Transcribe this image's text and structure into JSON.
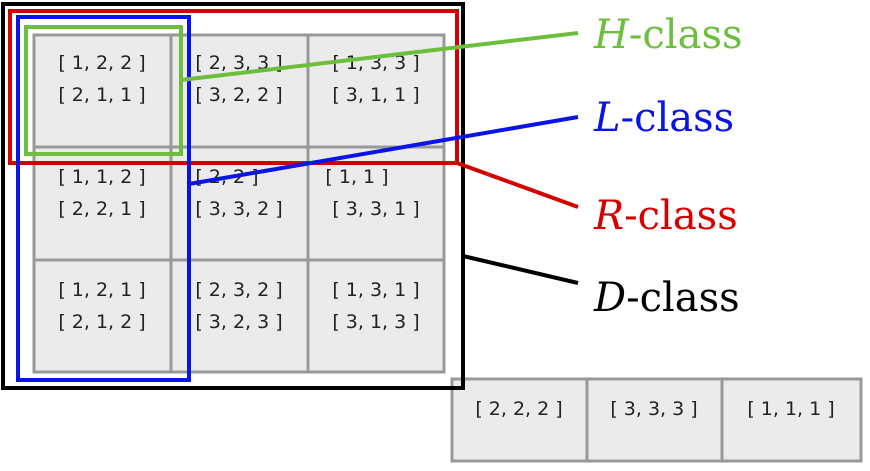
{
  "grid": {
    "rows": [
      [
        {
          "top": "[ 1, 2, 2 ]",
          "bottom": "[ 2, 1, 1 ]"
        },
        {
          "top": "[ 2, 3, 3 ]",
          "bottom": "[ 3, 2, 2 ]"
        },
        {
          "top": "[ 1, 3, 3 ]",
          "bottom": "[ 3, 1, 1 ]"
        }
      ],
      [
        {
          "top": "[ 1, 1, 2 ]",
          "bottom": "[ 2, 2, 1 ]"
        },
        {
          "top": "[ 2, 2 ]",
          "bottom": "[ 3, 3, 2 ]"
        },
        {
          "top": "[ 1, 1 ]",
          "bottom": "[ 3, 3, 1 ]"
        }
      ],
      [
        {
          "top": "[ 1, 2, 1 ]",
          "bottom": "[ 2, 1, 2 ]"
        },
        {
          "top": "[ 2, 3, 2 ]",
          "bottom": "[ 3, 2, 3 ]"
        },
        {
          "top": "[ 1, 3, 1 ]",
          "bottom": "[ 3, 1, 3 ]"
        }
      ]
    ]
  },
  "bottom_row": [
    "[ 2, 2, 2 ]",
    "[ 3, 3, 3 ]",
    "[ 1, 1, 1 ]"
  ],
  "labels": {
    "h": {
      "letter": "H",
      "suffix": "-class",
      "color": "#6cbe3c"
    },
    "l": {
      "letter": "L",
      "suffix": "-class",
      "color": "#0a14e6"
    },
    "r": {
      "letter": "R",
      "suffix": "-class",
      "color": "#d40000"
    },
    "d": {
      "letter": "D",
      "suffix": "-class",
      "color": "#000000"
    }
  },
  "colors": {
    "cell_fill": "#ebebeb",
    "cell_border": "#999999"
  }
}
